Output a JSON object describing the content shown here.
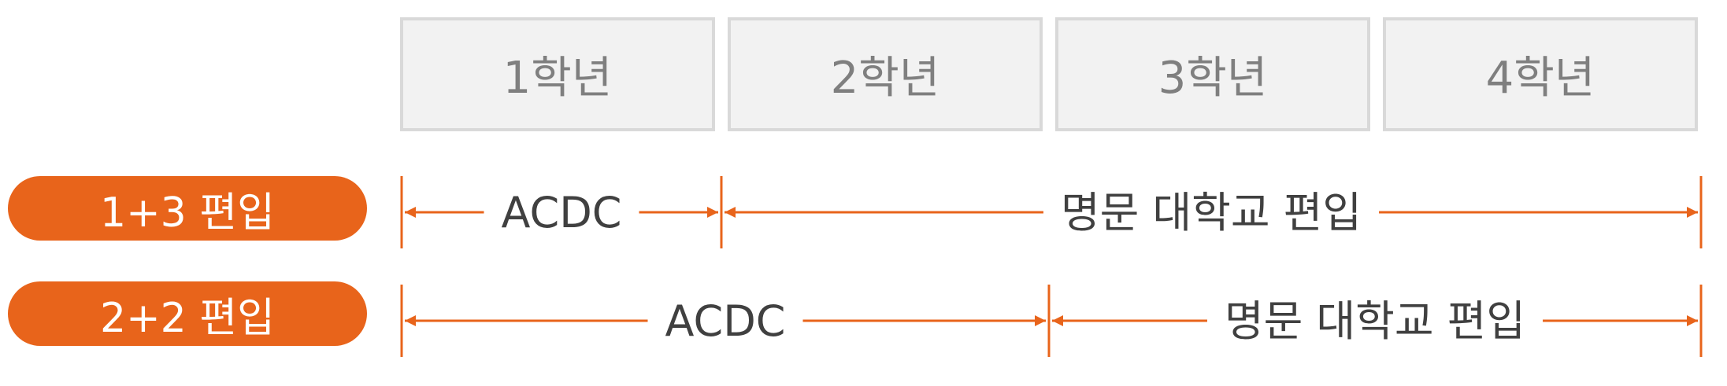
{
  "colors": {
    "accent": "#e8641b",
    "year_box_fill": "#f2f2f2",
    "year_box_border": "#d9d9d9",
    "year_text": "#7f7f7f",
    "segment_text": "#404040",
    "pill_text": "#ffffff"
  },
  "years": [
    "1학년",
    "2학년",
    "3학년",
    "4학년"
  ],
  "plans": [
    {
      "label": "1+3 편입",
      "segments": [
        {
          "label": "ACDC",
          "from_year": 0,
          "to_year": 1
        },
        {
          "label": "명문 대학교 편입",
          "from_year": 1,
          "to_year": 4
        }
      ]
    },
    {
      "label": "2+2 편입",
      "segments": [
        {
          "label": "ACDC",
          "from_year": 0,
          "to_year": 2
        },
        {
          "label": "명문 대학교 편입",
          "from_year": 2,
          "to_year": 4
        }
      ]
    }
  ]
}
